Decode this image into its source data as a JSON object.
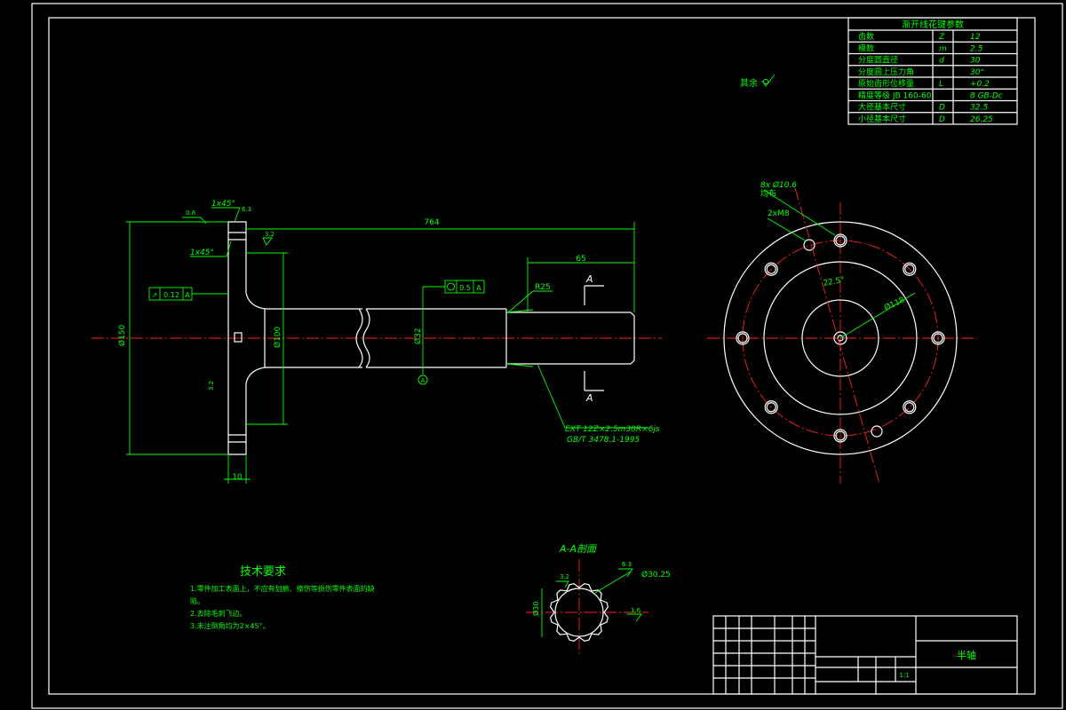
{
  "spline_table": {
    "title": "渐开线花键参数",
    "rows": [
      {
        "param": "齿数",
        "symbol": "Z",
        "value": "12"
      },
      {
        "param": "模数",
        "symbol": "m",
        "value": "2.5"
      },
      {
        "param": "分度圆直径",
        "symbol": "d",
        "value": "30"
      },
      {
        "param": "分度圆上压力角",
        "symbol": "",
        "value": "30°"
      },
      {
        "param": "原始齿形位移量",
        "symbol": "L",
        "value": "+0.2"
      },
      {
        "param": "精度等级 JB 160-60",
        "symbol": "",
        "value": "8 GB-Dc"
      },
      {
        "param": "大径基本尺寸",
        "symbol": "D",
        "value": "32.5"
      },
      {
        "param": "小径基本尺寸",
        "symbol": "D",
        "value": "26.25"
      }
    ]
  },
  "roughness_note": "其余",
  "dimensions": {
    "overall_length": "764",
    "spline_length": "65",
    "chamfer_top": "1x45°",
    "chamfer_side": "1x45°",
    "flange_diameter": "Ø150",
    "hub_diameter": "Ø100",
    "shaft_diameter": "Ø32",
    "flange_thickness": "10",
    "fillet": "R25",
    "runout": "0.12",
    "position_tol": "0.5",
    "roughness_a": "0.8",
    "roughness_b": "6.3",
    "roughness_c": "3.2",
    "section_marker": "A"
  },
  "spline_callout": {
    "line1": "EXT 12Z×2.5m30R×6js",
    "line2": "GB/T 3478.1-1995"
  },
  "end_view": {
    "hole_label": "8x Ø10.6",
    "hole_note": "均布",
    "thread_label": "2xM8",
    "angle_label": "22.5°",
    "pcd_label": "Ø118"
  },
  "section_view": {
    "title": "A-A剖面",
    "dia_outer": "Ø30.25",
    "dia_inner": "Ø30",
    "rough1": "3.2",
    "rough2": "6.3",
    "rough3": "1.6"
  },
  "tech_req": {
    "title": "技术要求",
    "line1": "1.零件加工表面上，不应有划痕、擦伤等损伤零件表面的缺",
    "line1b": "陷。",
    "line2": "2.去除毛刺飞边。",
    "line3": "3.未注倒角均为2×45°。"
  },
  "title_block": {
    "part_name": "半轴",
    "scale": "1:1"
  }
}
